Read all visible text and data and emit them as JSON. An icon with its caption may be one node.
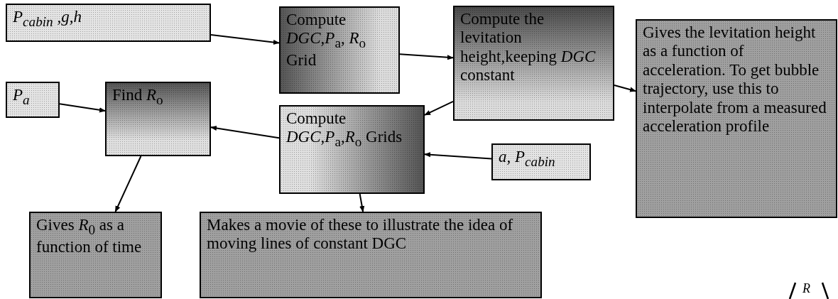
{
  "diagram": {
    "nodes": [
      {
        "text": [
          "P$_{cabin}$ ,g,h"
        ]
      },
      {
        "text": [
          "Compute *DGC*,*P*$_{a}$, *R*$_{o}$ Grid"
        ]
      },
      {
        "text": [
          "Compute the levitation height,keeping *DGC* constant"
        ]
      },
      {
        "text": [
          "Gives the levitation height as a function of acceleration.  To get bubble trajectory, use this to interpolate from a measured acceleration profile"
        ]
      },
      {
        "text": [
          "P$_{a}$"
        ]
      },
      {
        "text": [
          "Find *R*$_{o}$"
        ]
      },
      {
        "text": [
          "Compute *DGC*,*P*$_{a}$,*R*$_{o}$ Grids"
        ]
      },
      {
        "text": [
          "a, P$_{cabin}$"
        ]
      },
      {
        "text": [
          "Gives *R*$_{0}$ as a function of time"
        ]
      },
      {
        "text": [
          "Makes a movie of these to illustrate the idea of moving lines of constant DGC"
        ]
      }
    ],
    "edges": [
      {
        "from": 0,
        "to": 1,
        "arrow": "to"
      },
      {
        "from": 1,
        "to": 2,
        "arrow": "to"
      },
      {
        "from": 2,
        "to": 3,
        "arrow": "to"
      },
      {
        "from": 4,
        "to": 5,
        "arrow": "to"
      },
      {
        "from": 6,
        "to": 5,
        "arrow": "to"
      },
      {
        "from": 2,
        "to": 6,
        "arrow": "to"
      },
      {
        "from": 7,
        "to": 6,
        "arrow": "to"
      },
      {
        "from": 5,
        "to": 8,
        "arrow": "to"
      },
      {
        "from": 6,
        "to": 9,
        "arrow": "to"
      }
    ],
    "labels": [
      "R"
    ]
  }
}
